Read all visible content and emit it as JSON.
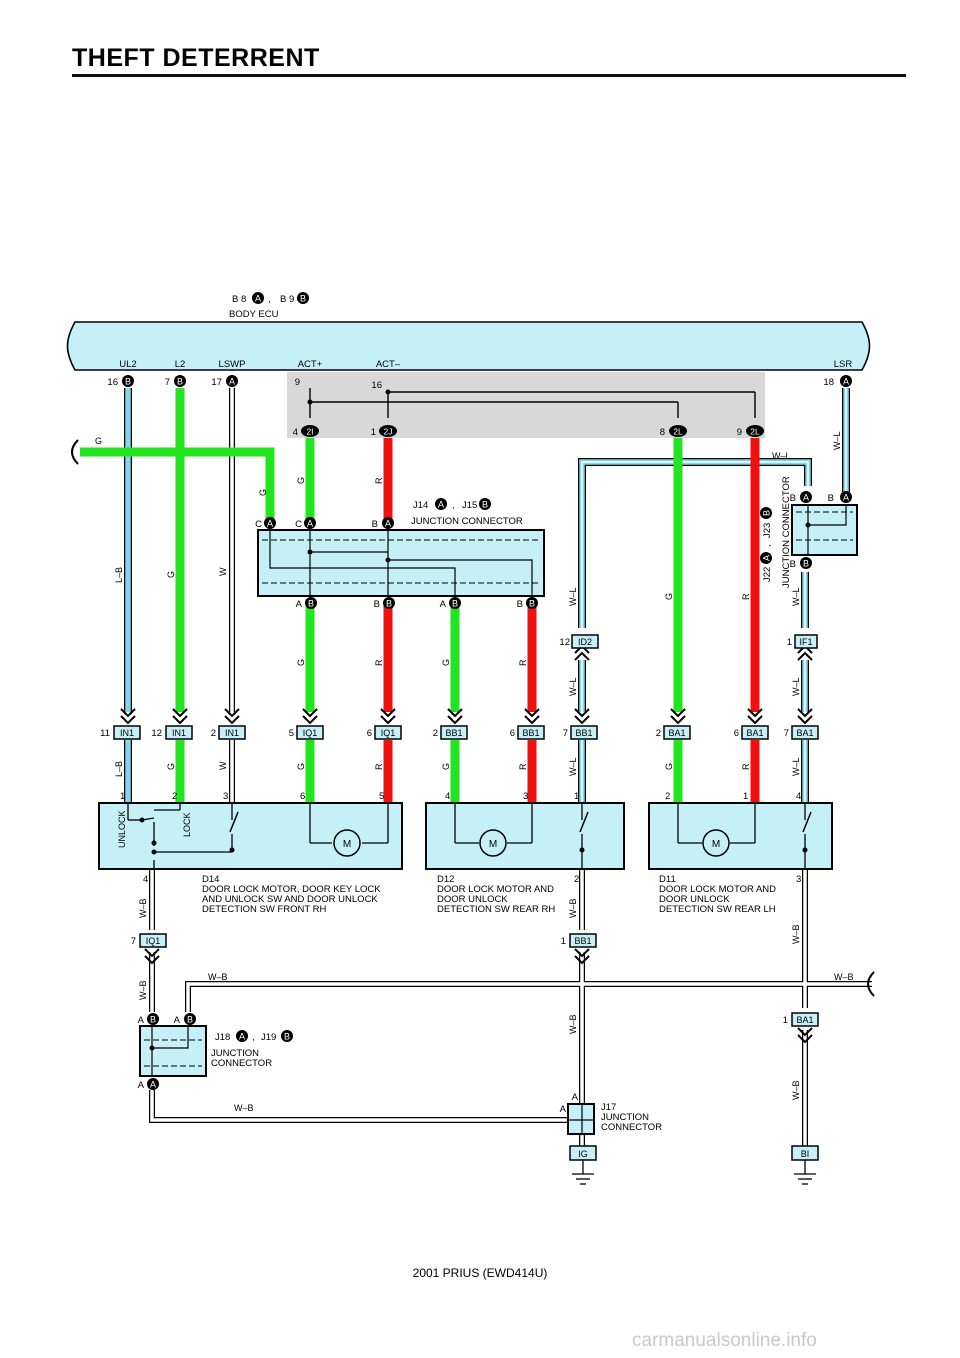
{
  "header": {
    "title": "THEFT DETERRENT"
  },
  "footer": {
    "text": "2001 PRIUS (EWD414U)"
  },
  "watermark": {
    "text": "carmanualsonline.info"
  },
  "colors": {
    "green": "#22e51f",
    "red": "#f01010",
    "light_blue": "#7fd8f0",
    "component_fill": "#c6f0f8",
    "ecu_fill": "#c6f0f8",
    "shade": "#d8d8d8"
  },
  "body_ecu": {
    "ref1": "B 8",
    "ref1_badge": "A",
    "sep": ",",
    "ref2": "B 9",
    "ref2_badge": "B",
    "name": "BODY ECU",
    "pins": [
      {
        "label": "UL2",
        "num": "16",
        "badge": "B"
      },
      {
        "label": "L2",
        "num": "7",
        "badge": "B"
      },
      {
        "label": "LSWP",
        "num": "17",
        "badge": "A"
      },
      {
        "label": "ACT+",
        "num": "9",
        "badge": ""
      },
      {
        "label": "ACT–",
        "num": "16",
        "badge": ""
      },
      {
        "label": "LSR",
        "num": "18",
        "badge": "A"
      }
    ]
  },
  "inline_connectors": [
    {
      "num": "4",
      "code": "2I"
    },
    {
      "num": "1",
      "code": "2J"
    },
    {
      "num": "8",
      "code": "2L"
    },
    {
      "num": "9",
      "code": "2L"
    },
    {
      "num": "12",
      "code": "ID2"
    },
    {
      "num": "1",
      "code": "IF1"
    },
    {
      "num": "11",
      "code": "IN1"
    },
    {
      "num": "12",
      "code": "IN1"
    },
    {
      "num": "2",
      "code": "IN1"
    },
    {
      "num": "5",
      "code": "IQ1"
    },
    {
      "num": "6",
      "code": "IQ1"
    },
    {
      "num": "2",
      "code": "BB1"
    },
    {
      "num": "6",
      "code": "BB1"
    },
    {
      "num": "7",
      "code": "BB1"
    },
    {
      "num": "2",
      "code": "BA1"
    },
    {
      "num": "6",
      "code": "BA1"
    },
    {
      "num": "7",
      "code": "BA1"
    },
    {
      "num": "7",
      "code": "IQ1"
    },
    {
      "num": "1",
      "code": "BB1"
    },
    {
      "num": "1",
      "code": "BA1"
    }
  ],
  "wire_colors": {
    "lb": "L–B",
    "g": "G",
    "w": "W",
    "r": "R",
    "wl": "W–L",
    "wb": "W–B"
  },
  "junction_j14": {
    "ref1": "J14",
    "badge1": "A",
    "sep": ",",
    "ref2": "J15",
    "badge2": "B",
    "name": "JUNCTION CONNECTOR",
    "top_pins": [
      {
        "l": "C",
        "b": "A"
      },
      {
        "l": "C",
        "b": "A"
      },
      {
        "l": "B",
        "b": "A"
      }
    ],
    "bottom_pins": [
      {
        "l": "A",
        "b": "B"
      },
      {
        "l": "B",
        "b": "B"
      },
      {
        "l": "A",
        "b": "B"
      },
      {
        "l": "B",
        "b": "B"
      }
    ]
  },
  "junction_j22": {
    "ref1": "J22",
    "badge1": "A",
    "sep": ",",
    "ref2": "J23",
    "badge2": "B",
    "name": "JUNCTION CONNECTOR",
    "pins": [
      {
        "l": "B",
        "b": "A"
      },
      {
        "l": "B",
        "b": "A"
      },
      {
        "l": "B",
        "b": "B"
      }
    ]
  },
  "junction_j18": {
    "ref1": "J18",
    "badge1": "A",
    "sep": ",",
    "ref2": "J19",
    "badge2": "B",
    "name1": "JUNCTION",
    "name2": "CONNECTOR",
    "pins": [
      {
        "l": "A",
        "b": "B"
      },
      {
        "l": "A",
        "b": "B"
      },
      {
        "l": "A",
        "b": "A"
      }
    ]
  },
  "junction_j17": {
    "ref": "J17",
    "name1": "JUNCTION",
    "name2": "CONNECTOR",
    "pin_a": "A"
  },
  "grounds": [
    {
      "code": "IG"
    },
    {
      "code": "BI"
    }
  ],
  "components": [
    {
      "id": "D14",
      "lines": [
        "DOOR LOCK MOTOR,  DOOR KEY LOCK",
        "AND UNLOCK SW AND DOOR UNLOCK",
        "DETECTION SW FRONT RH"
      ],
      "pins_top": [
        "1",
        "2",
        "3",
        "6",
        "5"
      ],
      "pin_bottom": "4",
      "labels": [
        "UNLOCK",
        "LOCK"
      ]
    },
    {
      "id": "D12",
      "lines": [
        "DOOR LOCK MOTOR AND",
        "DOOR UNLOCK",
        "DETECTION SW REAR RH"
      ],
      "pins_top": [
        "4",
        "3",
        "1"
      ],
      "pin_bottom": "2"
    },
    {
      "id": "D11",
      "lines": [
        "DOOR LOCK MOTOR AND",
        "DOOR UNLOCK",
        "DETECTION SW REAR LH"
      ],
      "pins_top": [
        "2",
        "1",
        "4"
      ],
      "pin_bottom": "3"
    }
  ],
  "motor_label": "M"
}
